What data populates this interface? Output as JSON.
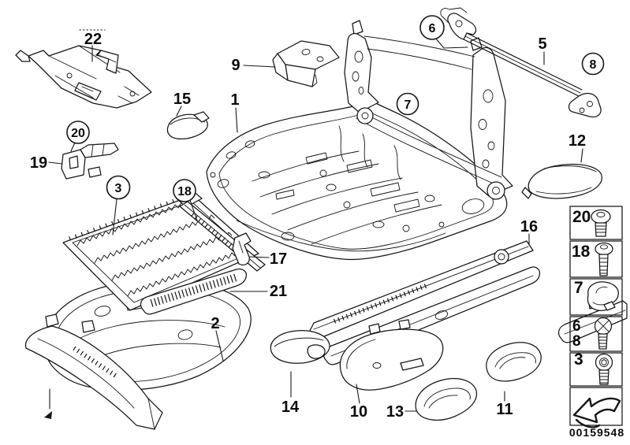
{
  "diagram": {
    "image_id": "00159548",
    "background_color": "#ffffff",
    "line_color": "#161616",
    "highlight_fill": "#c6c6c6"
  },
  "callouts": {
    "n22": {
      "label": "22",
      "style": "plain"
    },
    "n15": {
      "label": "15",
      "style": "plain"
    },
    "n9": {
      "label": "9",
      "style": "plain"
    },
    "n1": {
      "label": "1",
      "style": "plain"
    },
    "n5": {
      "label": "5",
      "style": "plain"
    },
    "n12": {
      "label": "12",
      "style": "plain"
    },
    "n19": {
      "label": "19",
      "style": "plain"
    },
    "n17": {
      "label": "17",
      "style": "plain"
    },
    "n21": {
      "label": "21",
      "style": "plain"
    },
    "n16": {
      "label": "16",
      "style": "plain"
    },
    "n2": {
      "label": "2",
      "style": "plain"
    },
    "n14": {
      "label": "14",
      "style": "plain"
    },
    "n10": {
      "label": "10",
      "style": "plain"
    },
    "n13": {
      "label": "13",
      "style": "plain"
    },
    "n11": {
      "label": "11",
      "style": "plain"
    },
    "c20": {
      "label": "20",
      "style": "circled"
    },
    "c3": {
      "label": "3",
      "style": "circled"
    },
    "c18": {
      "label": "18",
      "style": "circled"
    },
    "c7": {
      "label": "7",
      "style": "circled"
    },
    "c6": {
      "label": "6",
      "style": "circled-shaded"
    },
    "c8": {
      "label": "8",
      "style": "circled"
    }
  },
  "legend": {
    "rows": [
      {
        "labels": [
          "20"
        ],
        "icon": "button-head-screw-icon"
      },
      {
        "labels": [
          "18"
        ],
        "icon": "long-screw-icon"
      },
      {
        "labels": [
          "7"
        ],
        "icon": "spring-clip-icon"
      },
      {
        "labels": [
          "6",
          "8"
        ],
        "icon": "phillips-screw-icon"
      },
      {
        "labels": [
          "3"
        ],
        "icon": "socket-head-screw-icon"
      },
      {
        "labels": [],
        "icon": "direction-arrow-icon"
      }
    ]
  },
  "footer": {
    "image_id": "00159548"
  }
}
